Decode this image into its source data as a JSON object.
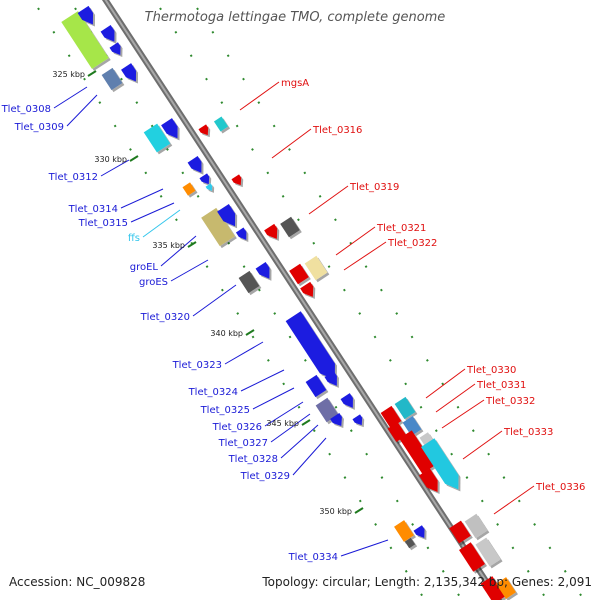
{
  "title": "Thermotoga lettingae TMO, complete genome",
  "footer": {
    "accession": "Accession: NC_009828",
    "summary": "Topology: circular; Length: 2,135,342 bp; Genes: 2,091"
  },
  "colors": {
    "backbone": "#8a8a8a",
    "minus_strand_label": "#1a1ad6",
    "plus_strand_label": "#e01010",
    "rna_label": "#33c6ec",
    "ticks": "#1f7a1f"
  },
  "scale_labels": [
    "325 kbp",
    "330 kbp",
    "335 kbp",
    "340 kbp",
    "345 kbp",
    "350 kbp"
  ],
  "minus_labels": [
    "Tlet_0308",
    "Tlet_0309",
    "Tlet_0312",
    "Tlet_0314",
    "Tlet_0315",
    "ffs",
    "groEL",
    "groES",
    "Tlet_0320",
    "Tlet_0323",
    "Tlet_0324",
    "Tlet_0325",
    "Tlet_0326",
    "Tlet_0327",
    "Tlet_0328",
    "Tlet_0329",
    "Tlet_0334"
  ],
  "plus_labels": [
    "mgsA",
    "Tlet_0316",
    "Tlet_0319",
    "Tlet_0321",
    "Tlet_0322",
    "Tlet_0330",
    "Tlet_0331",
    "Tlet_0332",
    "Tlet_0333",
    "Tlet_0336"
  ]
}
